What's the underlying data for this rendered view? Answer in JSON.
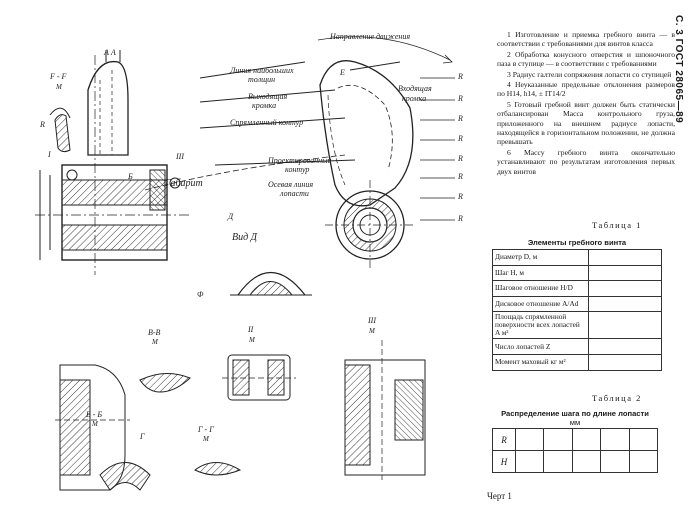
{
  "side_code": "С. 3 ГОСТ 28065—89",
  "drawing_labels": {
    "aa": "А  А",
    "ff": "F - F",
    "ff_sub": "М",
    "r_left": "R",
    "gabarit": "Габарит",
    "line_max_thickness_1": "Линия наибольших",
    "line_max_thickness_2": "толщин",
    "trailing_edge_1": "Выходящая",
    "trailing_edge_2": "кромка",
    "developed_contour": "Спрямленный контур",
    "direction": "Направление движения",
    "leading_edge_1": "Входящая",
    "leading_edge_2": "кромка",
    "projected_1": "Проектированный",
    "projected_2": "контур",
    "axis_line_1": "Осевая линия",
    "axis_line_2": "лопасти",
    "vid_d": "Вид Д",
    "d_mark": "Д",
    "vv": "В-В",
    "vv_sub": "М",
    "ii": "II",
    "ii_sub": "М",
    "iii": "III",
    "iii_sub": "М",
    "bb": "Б - Б",
    "bb_sub": "М",
    "gg": "Г - Г",
    "gg_sub": "М",
    "g_mark": "Г",
    "e_mark": "Е",
    "b_mark": "Б",
    "i_mark": "I",
    "iii_mark": "III",
    "r_marks": [
      "R",
      "R",
      "R",
      "R",
      "R",
      "R",
      "R",
      "R"
    ],
    "phi": "Ф"
  },
  "notes": [
    "1 Изготовление и приемка гребного винта — в соответствии с требованиями для винтов        класса",
    "2 Обработка конусного отверстия и шпоночного паза в ступице — в соответствии с требованиями",
    "3 Радиус галтели сопряжения лопасти со ступицей",
    "4 Неуказанные предельные отклонения размеров по H14, h14, ± IT14/2",
    "5 Готовый гребной винт должен быть статически отбалансирован Масса контрольного груза, приложенного на внешнем радиусе лопасти, находящейся в горизонтальном положении, не должна превышать",
    "6 Массу гребного винта окончательно устанавливают по результатам изготовления первых двух винтов"
  ],
  "table1": {
    "caption": "Таблица 1",
    "title": "Элементы гребного винта",
    "rows": [
      "Диаметр D, м",
      "Шаг H, м",
      "Шаговое отношение H/D",
      "Дисковое отношение A/Ad",
      "Площадь спрямленной поверхности всех лопастей A м²",
      "Число лопастей Z",
      "Момент маховый кг м²"
    ]
  },
  "table2": {
    "caption": "Таблица 2",
    "title": "Распределение шага по длине лопасти",
    "subtitle": "мм",
    "rows": [
      "R",
      "H"
    ]
  },
  "footer": "Черт 1"
}
